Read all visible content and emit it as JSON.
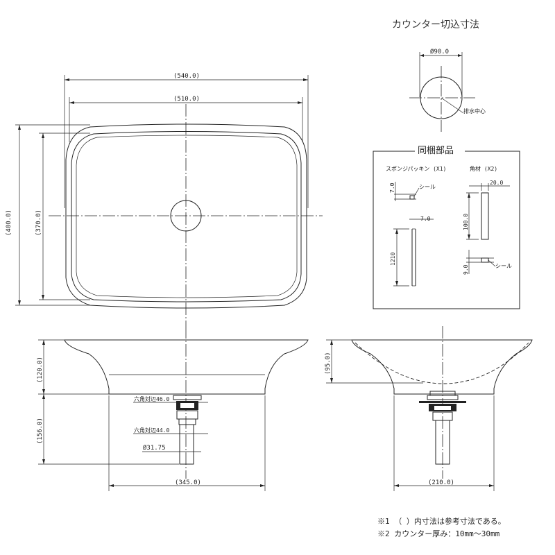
{
  "title": "カウンター切込寸法",
  "cutout": {
    "diameter": "Ø90.0",
    "drain_center": "排水中心"
  },
  "top_view": {
    "overall_width": "(540.0)",
    "inner_width": "(510.0)",
    "overall_depth": "(400.0)",
    "inner_depth": "(370.0)"
  },
  "front_view": {
    "bowl_height": "(120.0)",
    "drain_height": "(156.0)",
    "hex_46": "六角対辺46.0",
    "hex_44": "六角対辺44.0",
    "pipe_diameter": "Ø31.75",
    "base_width": "(345.0)"
  },
  "side_view": {
    "bowl_height": "(95.0)",
    "base_width": "(210.0)"
  },
  "parts": {
    "title": "同梱部品",
    "sponge_label": "スポンジパッキン (X1)",
    "square_label": "角材 (X2)",
    "dim_7a": "7.0",
    "dim_7b": "7.0",
    "dim_1210": "1210",
    "seal_a": "シール",
    "dim_20": "20.0",
    "dim_100": "100.0",
    "dim_9": "9.0",
    "seal_b": "シール"
  },
  "notes": {
    "note1": "※1 （ ）内寸法は参考寸法である。",
    "note2": "※2 カウンター厚み：10mm〜30mm"
  }
}
